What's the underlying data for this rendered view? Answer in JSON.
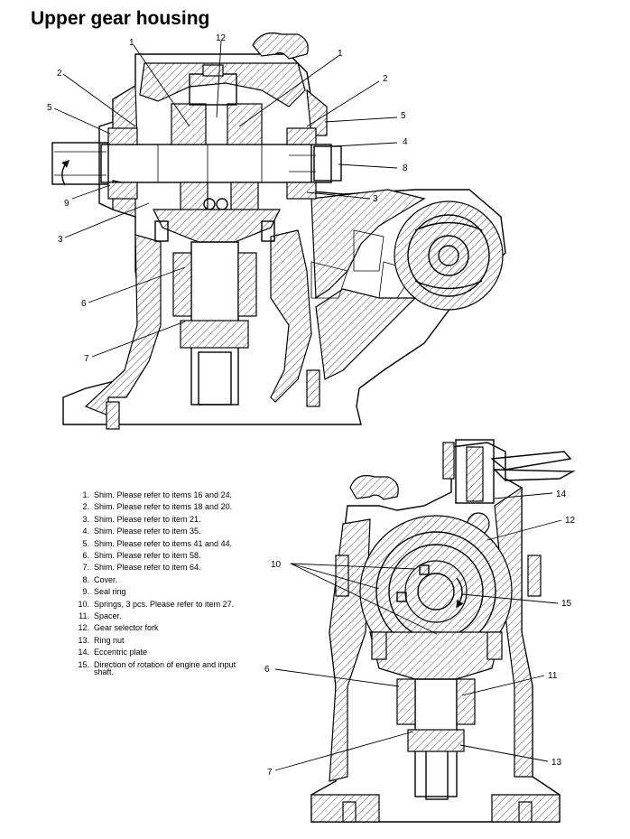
{
  "title": "Upper gear housing",
  "top_callouts": [
    "1",
    "12",
    "1",
    "2",
    "2",
    "5",
    "5",
    "4",
    "8",
    "9",
    "3",
    "3",
    "6",
    "7"
  ],
  "bottom_callouts": [
    "14",
    "12",
    "10",
    "15",
    "6",
    "11",
    "7",
    "13"
  ],
  "legend": [
    {
      "num": "1.",
      "text": "Shim. Please refer to items 16 and 24."
    },
    {
      "num": "2.",
      "text": "Shim. Please refer to items 18 and 20."
    },
    {
      "num": "3.",
      "text": "Shim. Please refer to item 21."
    },
    {
      "num": "4.",
      "text": "Shim. Please refer to item 35."
    },
    {
      "num": "5.",
      "text": "Shim. Please refer to items 41 and 44."
    },
    {
      "num": "6.",
      "text": "Shim. Please refer to item 58."
    },
    {
      "num": "7.",
      "text": "Shim. Please refer to item 64."
    },
    {
      "num": "8.",
      "text": "Cover."
    },
    {
      "num": "9.",
      "text": "Seal ring"
    },
    {
      "num": "10.",
      "text": "Springs, 3 pcs. Please refer to item 27."
    },
    {
      "num": "11.",
      "text": "Spacer."
    },
    {
      "num": "12.",
      "text": "Gear selector fork"
    },
    {
      "num": "13.",
      "text": "Ring nut"
    },
    {
      "num": "14.",
      "text": "Eccentric plate"
    },
    {
      "num": "15.",
      "text": "Direction of rotation of engine and input shaft."
    }
  ]
}
